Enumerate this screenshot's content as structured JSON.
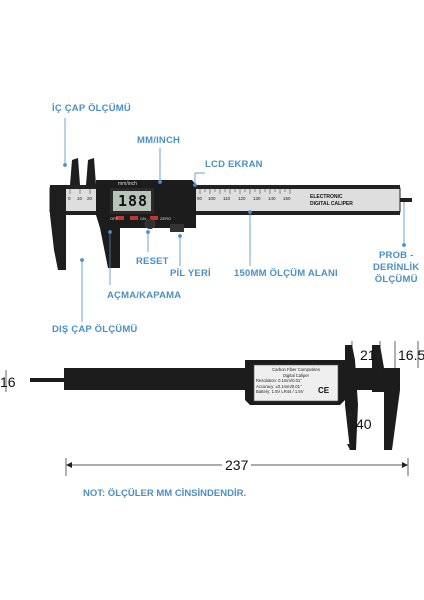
{
  "callouts": {
    "inner_measure": "İÇ ÇAP ÖLÇÜMÜ",
    "mm_inch": "MM/INCH",
    "lcd": "LCD EKRAN",
    "reset": "RESET",
    "battery": "PİL YERİ",
    "range": "150MM ÖLÇÜM ALANI",
    "probe_1": "PROB -",
    "probe_2": "DERİNLİK",
    "probe_3": "ÖLÇÜMÜ",
    "onoff": "AÇMA/KAPAMA",
    "outer_measure": "DIŞ ÇAP ÖLÇÜMÜ"
  },
  "device": {
    "display_value": "188",
    "mm_inch_label": "mm/inch",
    "off_label": "OFF",
    "on_label": "ON",
    "zero_label": "ZERO",
    "beam_title_1": "ELECTRONIC",
    "beam_title_2": "DIGITAL CALIPER",
    "scale_ticks": [
      "0",
      "10",
      "20",
      "90",
      "100",
      "110",
      "120",
      "130",
      "140",
      "150"
    ]
  },
  "back_label": {
    "line1": "Carbon Fiber Composites",
    "line2": "Digital Caliper",
    "line3": "Resolution: 0.1mm/0.01\"",
    "line4": "Accuracy: ±0.1mm/0.01\"",
    "line5": "Battery: 1.5V LR44 / 1.5V",
    "ce": "CE"
  },
  "dimensions": {
    "d21": "21",
    "d16_5": "16.5",
    "d16": "16",
    "d40": "40",
    "d237": "237"
  },
  "note": "NOT: ÖLÇÜLER MM CİNSİNDENDİR.",
  "colors": {
    "accent": "#4a8fc6",
    "body": "#1c1c1c",
    "beam": "#d8d8d8",
    "lcd": "#b7c3b9"
  }
}
